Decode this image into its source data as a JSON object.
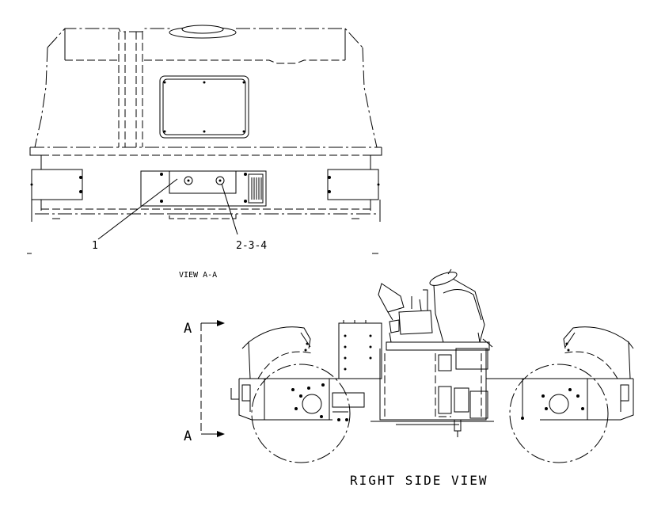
{
  "labels": {
    "callout_1": "1",
    "callout_2": "2-3-4",
    "view_a_caption": "VIEW A-A",
    "section_marker_top": "A",
    "section_marker_bottom": "A",
    "side_view_caption": "RIGHT SIDE VIEW"
  }
}
